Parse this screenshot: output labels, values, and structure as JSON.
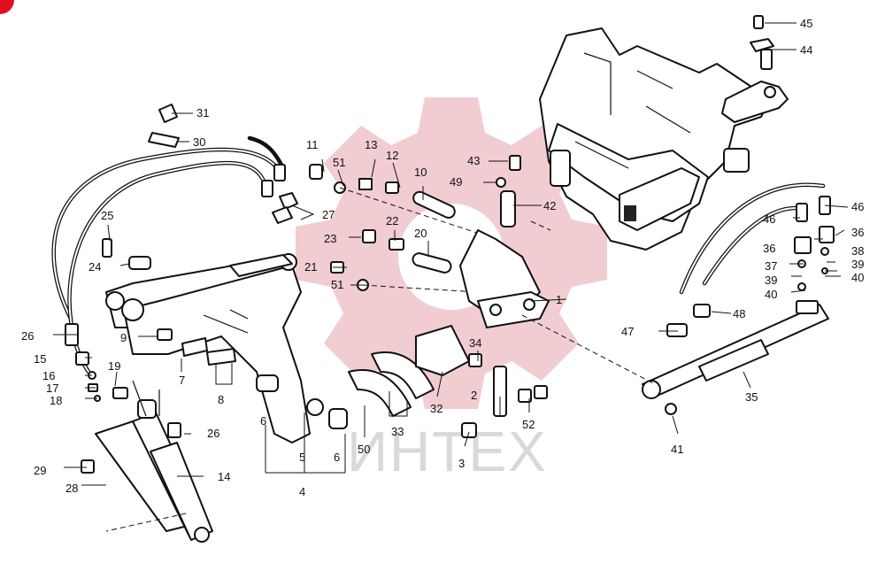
{
  "watermark": {
    "text": "ИНТЕХ",
    "color": "#f0c8cc"
  },
  "callouts": [
    {
      "n": "1"
    },
    {
      "n": "2"
    },
    {
      "n": "3"
    },
    {
      "n": "4"
    },
    {
      "n": "5"
    },
    {
      "n": "6"
    },
    {
      "n": "6"
    },
    {
      "n": "7"
    },
    {
      "n": "8"
    },
    {
      "n": "9"
    },
    {
      "n": "10"
    },
    {
      "n": "11"
    },
    {
      "n": "12"
    },
    {
      "n": "13"
    },
    {
      "n": "14"
    },
    {
      "n": "15"
    },
    {
      "n": "16"
    },
    {
      "n": "17"
    },
    {
      "n": "18"
    },
    {
      "n": "19"
    },
    {
      "n": "20"
    },
    {
      "n": "21"
    },
    {
      "n": "22"
    },
    {
      "n": "23"
    },
    {
      "n": "24"
    },
    {
      "n": "25"
    },
    {
      "n": "26"
    },
    {
      "n": "26"
    },
    {
      "n": "27"
    },
    {
      "n": "28"
    },
    {
      "n": "29"
    },
    {
      "n": "30"
    },
    {
      "n": "31"
    },
    {
      "n": "32"
    },
    {
      "n": "33"
    },
    {
      "n": "34"
    },
    {
      "n": "35"
    },
    {
      "n": "36"
    },
    {
      "n": "36"
    },
    {
      "n": "37"
    },
    {
      "n": "38"
    },
    {
      "n": "39"
    },
    {
      "n": "39"
    },
    {
      "n": "40"
    },
    {
      "n": "40"
    },
    {
      "n": "41"
    },
    {
      "n": "42"
    },
    {
      "n": "43"
    },
    {
      "n": "44"
    },
    {
      "n": "45"
    },
    {
      "n": "46"
    },
    {
      "n": "46"
    },
    {
      "n": "47"
    },
    {
      "n": "48"
    },
    {
      "n": "49"
    },
    {
      "n": "50"
    },
    {
      "n": "51"
    },
    {
      "n": "51"
    },
    {
      "n": "52"
    }
  ]
}
